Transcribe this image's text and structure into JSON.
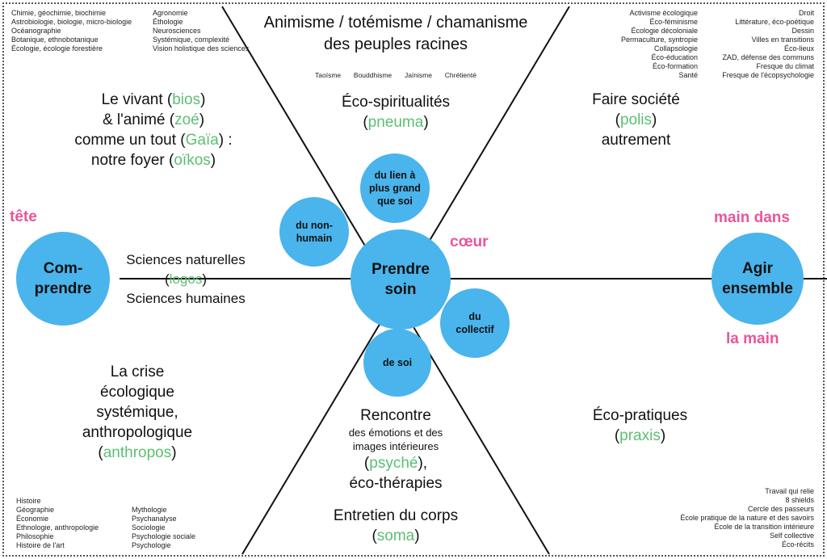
{
  "colors": {
    "circle": "#4ab4ec",
    "greek": "#5cbf72",
    "organ": "#e8559b"
  },
  "top_left_col1": [
    "Chimie, géochimie, biochimie",
    "Astrobiologie, biologie, micro-biologie",
    "Océanographie",
    "Botanique, ethnobotanique",
    "Écologie, écologie forestière"
  ],
  "top_left_col2": [
    "Agronomie",
    "Éthologie",
    "Neurosciences",
    "Systémique, complexité",
    "Vision holistique des sciences"
  ],
  "top_right_col1": [
    "Activisme écologique",
    "Éco-féminisme",
    "Écologie décoloniale",
    "Permaculture, syntropie",
    "Collapsologie",
    "Éco-éducation",
    "Éco-formation",
    "Santé"
  ],
  "top_right_col2": [
    "Droit",
    "Littérature, éco-poétique",
    "Dessin",
    "Villes en transitions",
    "Éco-lieux",
    "ZAD, défense des communs",
    "Fresque du climat",
    "Fresque de l'écopsychologie"
  ],
  "bottom_left_col1": [
    "Histoire",
    "Géographie",
    "Économie",
    "Ethnologie, anthropologie",
    "Philosophie",
    "Histoire de l'art"
  ],
  "bottom_left_col2": [
    "Mythologie",
    "Psychanalyse",
    "Sociologie",
    "Psychologie sociale",
    "Psychologie"
  ],
  "bottom_right": [
    "Travail qui relie",
    "8 shields",
    "Cercle des passeurs",
    "École pratique de la nature et des savoirs",
    "École de la transition intérieure",
    "Self collective",
    "Éco-récits"
  ],
  "top_center": {
    "line1": "Animisme / totémisme / chamanisme",
    "line2": "des peuples racines"
  },
  "traditions": [
    "Taoïsme",
    "Bouddhisme",
    "Jaïnisme",
    "Chrétienté"
  ],
  "eco_spirit": {
    "label": "Éco-spiritualités",
    "greek": "pneuma"
  },
  "vivant": {
    "l1_pre": "Le vivant (",
    "l1_g": "bios",
    "l1_post": ")",
    "l2_pre": "& l'animé (",
    "l2_g": "zoé",
    "l2_post": ")",
    "l3_pre": "comme un tout (",
    "l3_g": "Gaïa",
    "l3_post": ") :",
    "l4_pre": "notre foyer (",
    "l4_g": "oïkos",
    "l4_post": ")"
  },
  "societe": {
    "l1": "Faire société",
    "greek": "polis",
    "l3": "autrement"
  },
  "sciences": {
    "l1": "Sciences naturelles",
    "greek": "logos",
    "l3": "Sciences humaines"
  },
  "crise": {
    "l1": "La crise",
    "l2": "écologique",
    "l3": "systémique,",
    "l4": "anthropologique",
    "greek": "anthropos"
  },
  "pratiques": {
    "l1": "Éco-pratiques",
    "greek": "praxis"
  },
  "rencontre": {
    "l1": "Rencontre",
    "s1": "des émotions et des",
    "s2": "images intérieures",
    "greek": "psyché",
    "l5": "éco-thérapies"
  },
  "corps": {
    "l1": "Entretien du corps",
    "greek": "soma"
  },
  "organs": {
    "tete": "tête",
    "coeur": "cœur",
    "main1": "main dans",
    "main2": "la main"
  },
  "circles": {
    "comprendre": "Com-prendre",
    "agir": "Agir ensemble",
    "prendre": "Prendre soin",
    "lien": "du lien à plus grand que soi",
    "nonhumain": "du non-humain",
    "collectif": "du collectif",
    "soi": "de soi"
  }
}
